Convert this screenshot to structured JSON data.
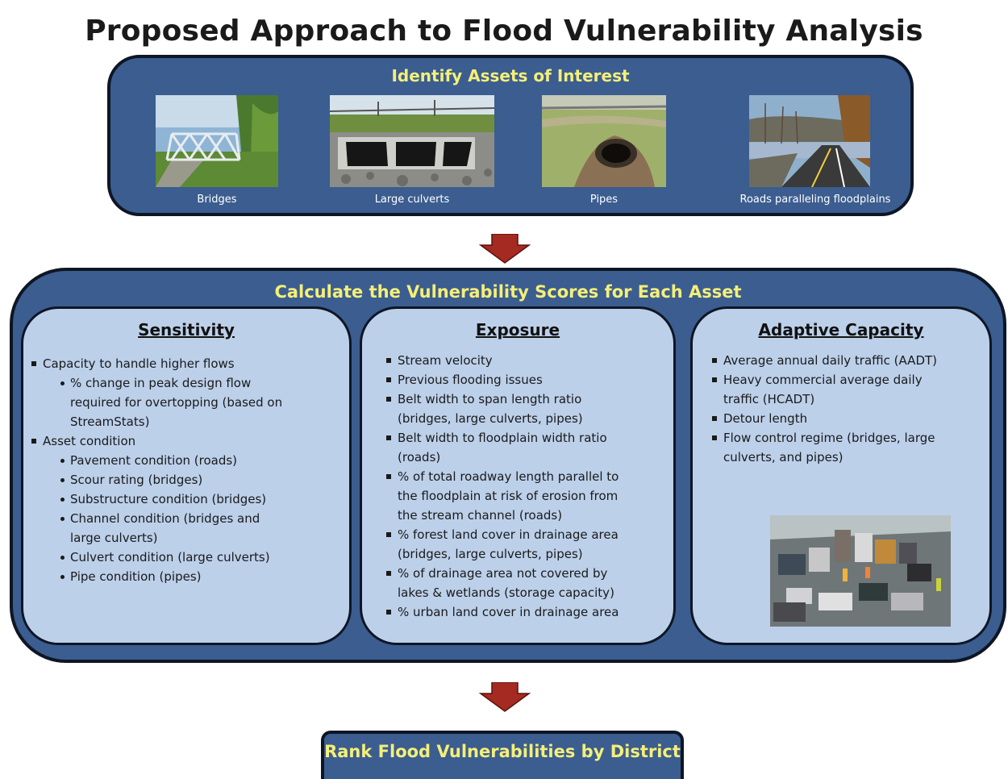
{
  "title": "Proposed Approach to Flood Vulnerability Analysis",
  "assets": {
    "heading": "Identify Assets of Interest",
    "items": [
      {
        "label": "Bridges",
        "icon": "bridge-photo"
      },
      {
        "label": "Large culverts",
        "icon": "culvert-photo"
      },
      {
        "label": "Pipes",
        "icon": "pipe-photo"
      },
      {
        "label": "Roads paralleling floodplains",
        "icon": "road-photo"
      }
    ]
  },
  "calculate": {
    "heading": "Calculate the Vulnerability Scores for Each Asset",
    "sensitivity": {
      "title": "Sensitivity",
      "items": [
        {
          "level": 1,
          "text": "Capacity to handle higher flows"
        },
        {
          "level": 2,
          "text": "% change in peak design flow"
        },
        {
          "level": 0,
          "text": "required for overtopping (based on"
        },
        {
          "level": 0,
          "text": "StreamStats)"
        },
        {
          "level": 1,
          "text": "Asset condition"
        },
        {
          "level": 2,
          "text": "Pavement condition (roads)"
        },
        {
          "level": 2,
          "text": "Scour rating (bridges)"
        },
        {
          "level": 2,
          "text": "Substructure condition (bridges)"
        },
        {
          "level": 2,
          "text": "Channel condition (bridges and"
        },
        {
          "level": 0,
          "text": "large culverts)"
        },
        {
          "level": 2,
          "text": "Culvert condition (large culverts)"
        },
        {
          "level": 2,
          "text": "Pipe condition (pipes)"
        }
      ]
    },
    "exposure": {
      "title": "Exposure",
      "items": [
        {
          "level": 1,
          "text": "Stream velocity"
        },
        {
          "level": 1,
          "text": "Previous flooding issues"
        },
        {
          "level": 1,
          "text": "Belt width to span length ratio"
        },
        {
          "level": 0,
          "text": "(bridges, large culverts, pipes)"
        },
        {
          "level": 1,
          "text": "Belt width to floodplain width ratio"
        },
        {
          "level": 0,
          "text": "(roads)"
        },
        {
          "level": 1,
          "text": "% of total roadway length parallel to"
        },
        {
          "level": 0,
          "text": "the floodplain at risk of erosion from"
        },
        {
          "level": 0,
          "text": "the stream channel (roads)"
        },
        {
          "level": 1,
          "text": "% forest land cover in drainage area"
        },
        {
          "level": 0,
          "text": "(bridges, large culverts, pipes)"
        },
        {
          "level": 1,
          "text": "% of drainage area not covered by"
        },
        {
          "level": 0,
          "text": "lakes & wetlands (storage capacity)"
        },
        {
          "level": 1,
          "text": "% urban land cover in drainage area"
        }
      ]
    },
    "adaptive": {
      "title": "Adaptive Capacity",
      "items": [
        {
          "level": 1,
          "text": "Average annual daily traffic (AADT)"
        },
        {
          "level": 1,
          "text": "Heavy commercial average daily"
        },
        {
          "level": 0,
          "text": "traffic (HCADT)"
        },
        {
          "level": 1,
          "text": "Detour length"
        },
        {
          "level": 1,
          "text": "Flow control  regime (bridges, large"
        },
        {
          "level": 0,
          "text": "culverts, and pipes)"
        }
      ],
      "image": "traffic-photo"
    }
  },
  "rank": {
    "heading": "Rank Flood Vulnerabilities by District"
  },
  "colors": {
    "box_fill": "#3b5d90",
    "panel_fill": "#bcd0ea",
    "heading_yellow": "#f5ef78",
    "arrow": "#a52a22"
  }
}
